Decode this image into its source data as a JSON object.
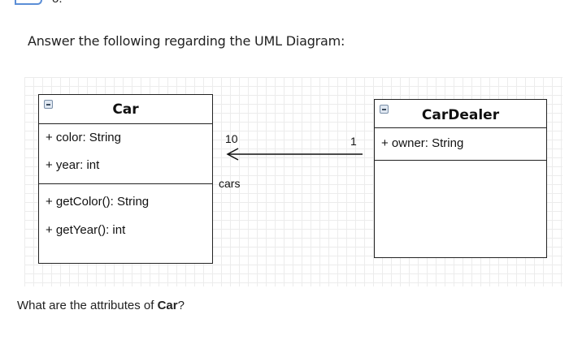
{
  "top_fragment": "o.",
  "question": "Answer the following regarding the UML Diagram:",
  "diagram": {
    "car": {
      "name": "Car",
      "attributes": [
        "+ color: String",
        "+ year: int"
      ],
      "methods": [
        "+ getColor(): String",
        "+ getYear(): int"
      ]
    },
    "dealer": {
      "name": "CarDealer",
      "attributes": [
        "+ owner: String"
      ],
      "methods": []
    },
    "association": {
      "car_multiplicity": "10",
      "dealer_multiplicity": "1",
      "role": "cars"
    }
  },
  "footer": {
    "prefix": "What are the attributes of ",
    "class_name": "Car",
    "suffix": "?"
  }
}
